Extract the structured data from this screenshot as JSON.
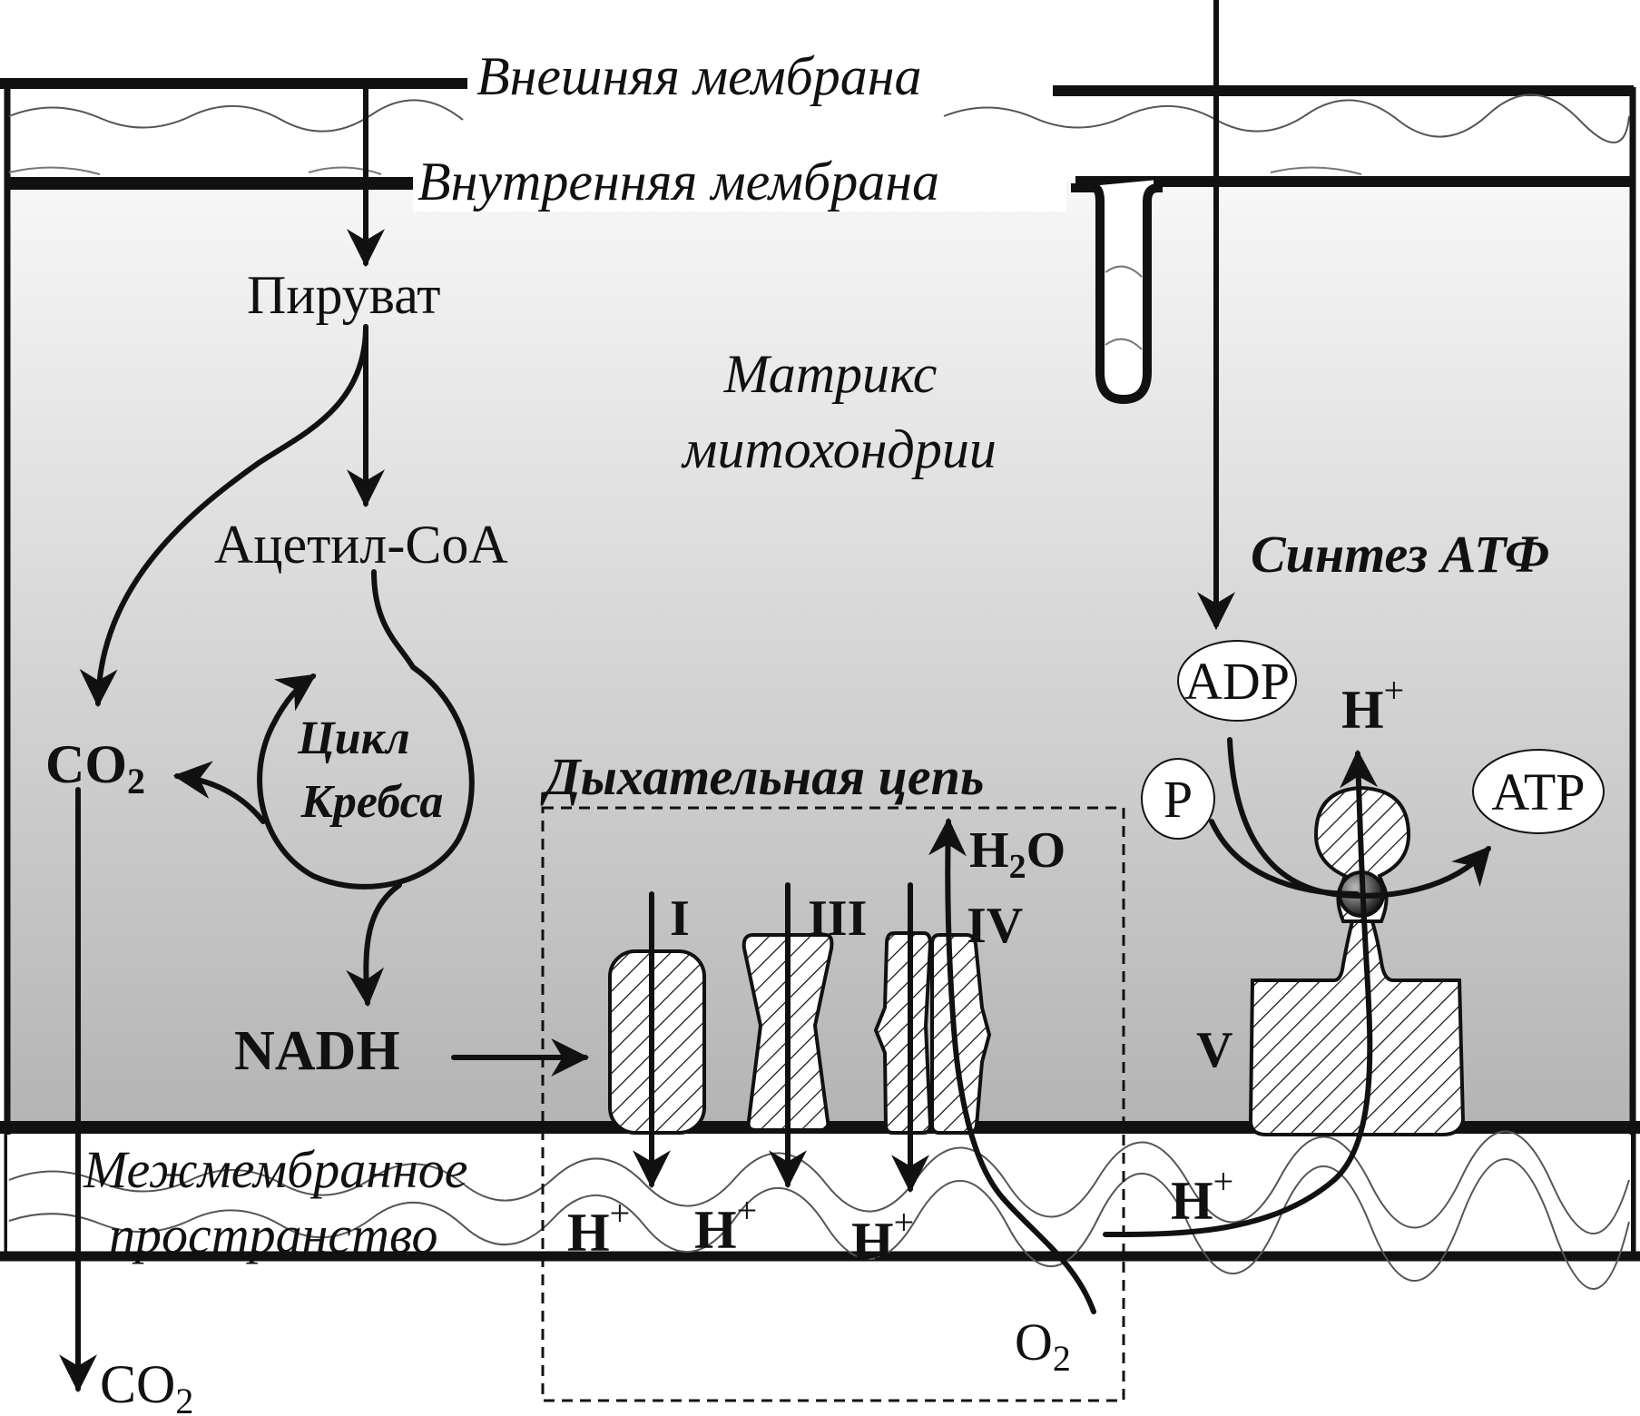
{
  "labels": {
    "outer_membrane": "Внешняя мембрана",
    "inner_membrane": "Внутренняя мембрана",
    "pyruvate": "Пируват",
    "matrix_line1": "Матрикс",
    "matrix_line2": "митохондрии",
    "acetyl_coa": "Ацетил-CoA",
    "atp_synthesis": "Синтез АТФ",
    "krebs_line1": "Цикл",
    "krebs_line2": "Кребса",
    "co2": "CO",
    "co2_sub": "2",
    "co2_out": "CO",
    "co2_out_sub": "2",
    "resp_chain": "Дыхательная цепь",
    "nadh": "NADH",
    "complex_1": "I",
    "complex_3": "III",
    "complex_4": "IV",
    "complex_5": "V",
    "h2o_h": "H",
    "h2o_sub": "2",
    "h2o_o": "O",
    "o2": "O",
    "o2_sub": "2",
    "adp": "ADP",
    "p": "P",
    "atp": "ATP",
    "h_symbol": "H",
    "h_charge": "+",
    "intermembrane_line1": "Межмембранное",
    "intermembrane_line2": "пространство"
  },
  "colors": {
    "ink": "#111111",
    "matrix_top": "#f7f7f7",
    "matrix_bottom": "#b4b4b4",
    "space": "#ffffff"
  }
}
